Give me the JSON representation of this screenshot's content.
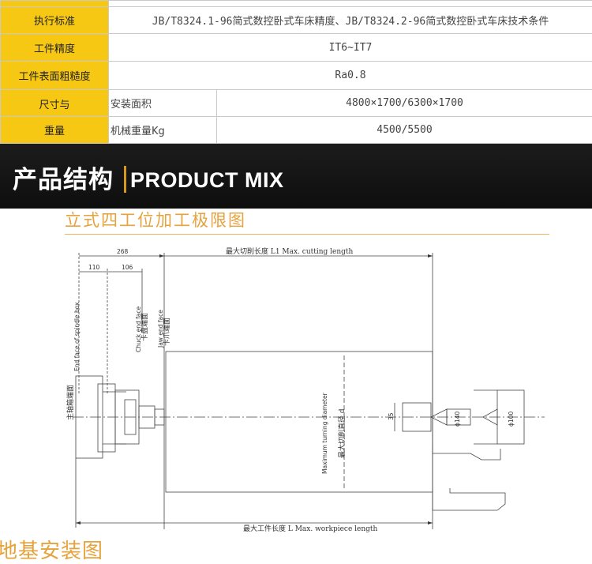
{
  "spec_table": {
    "rows": [
      {
        "label": "执行标准",
        "value": "JB/T8324.1-96简式数控卧式车床精度、JB/T8324.2-96简式数控卧式车床技术条件"
      },
      {
        "label": "工件精度",
        "value": "IT6~IT7"
      },
      {
        "label": "工件表面粗糙度",
        "value": "Ra0.8"
      }
    ],
    "size_weight": {
      "label_top": "尺寸与",
      "label_bottom": "重量",
      "rows": [
        {
          "sublabel": "安装面积",
          "value": "4800×1700/6300×1700"
        },
        {
          "sublabel": "机械重量Kg",
          "value": "4500/5500"
        }
      ]
    }
  },
  "banner": {
    "title": "产品结构",
    "subtitle": "PRODUCT MIX"
  },
  "drawing": {
    "title": "立式四工位加工极限图",
    "dims": {
      "d268": "268",
      "d110": "110",
      "d106": "106",
      "cut_length": "最大切削长度    L1  Max. cutting length",
      "workpiece_length": "最大工件长度    L  Max. workpiece length",
      "spindle_cn": "主轴箱端面",
      "spindle_en": "End face of spindle box",
      "chuck_cn": "卡盘端面",
      "chuck_en": "Chuck end face",
      "jaw_cn": "卡爪端面",
      "jaw_en": "Jaw end face",
      "turning_cn": "最大切削直径  d",
      "turning_en": "Maximum turning diameter",
      "d35": "35",
      "d140": "ϕ140",
      "d100": "ϕ100"
    }
  },
  "footer": {
    "title": "地基安装图"
  }
}
